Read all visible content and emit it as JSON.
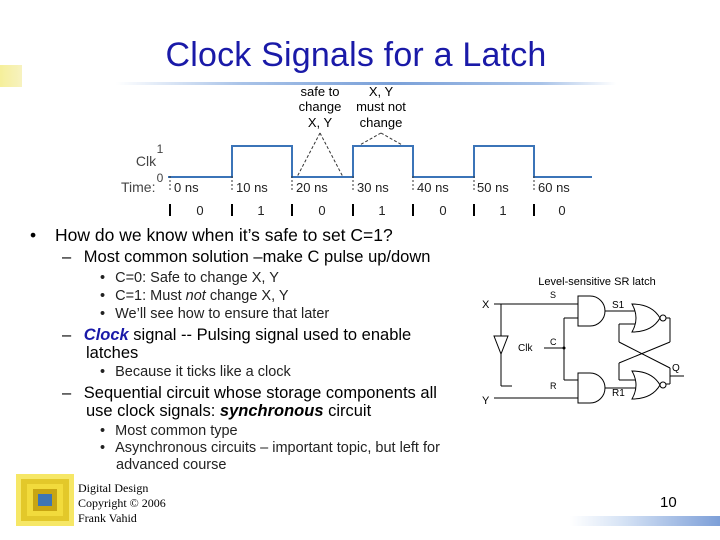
{
  "slide": {
    "title": "Clock Signals for a Latch",
    "page_number": "10",
    "footer": {
      "line1": "Digital Design",
      "line2": "Copyright © 2006",
      "line3": "Frank Vahid"
    }
  },
  "timing": {
    "label_safe_1": "safe to",
    "label_safe_2": "change",
    "label_safe_3": "X, Y",
    "label_must_1": "X, Y",
    "label_must_2": "must not",
    "label_must_3": "change",
    "clk_label": "Clk",
    "level_high": "1",
    "level_low": "0",
    "time_label": "Time:",
    "times": [
      "0 ns",
      "10 ns",
      "20 ns",
      "30 ns",
      "40 ns",
      "50 ns",
      "60 ns"
    ],
    "clock_values": [
      "0",
      "1",
      "0",
      "1",
      "0",
      "1",
      "0"
    ]
  },
  "content": {
    "b1": "How do we know when it’s safe to set C=1?",
    "s1": "Most common solution –make C pulse up/down",
    "s1_items": [
      "C=0: Safe to change X, Y",
      "C=1: Must ",
      "not",
      " change X, Y",
      "We’ll see how to ensure that later"
    ],
    "s2_clock": "Clock",
    "s2_rest_line1": " signal -- Pulsing signal used to enable",
    "s2_rest_line2": "latches",
    "s2_item": "Because it ticks like a clock",
    "s3_line1": "Sequential circuit whose storage components all",
    "s3_line2_a": "use clock signals: ",
    "s3_line2_b": "synchronous",
    "s3_line2_c": " circuit",
    "s3_item1": "Most common type",
    "s3_item2_line1": "Asynchronous circuits – important topic, but left for",
    "s3_item2_line2": "advanced course"
  },
  "latch": {
    "title": "Level-sensitive SR latch",
    "x": "X",
    "y": "Y",
    "clk": "Clk",
    "s": "S",
    "r": "R",
    "c": "C",
    "s1": "S1",
    "r1": "R1",
    "q": "Q"
  }
}
